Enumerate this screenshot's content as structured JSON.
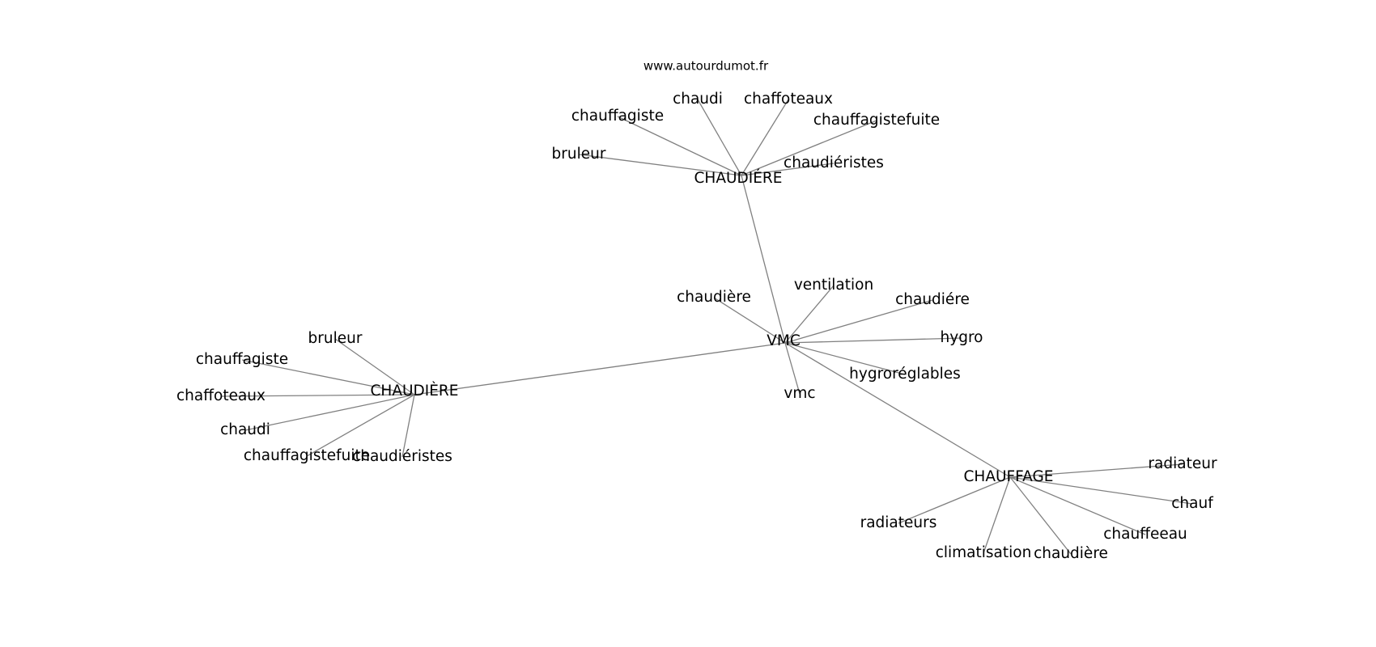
{
  "site": "www.autourdumot.fr",
  "nodes": [
    {
      "id": "vmc_center",
      "label": "VMC"
    },
    {
      "id": "chaudiere_top",
      "label": "CHAUDIÉRE"
    },
    {
      "id": "chaudiere_left",
      "label": "CHAUDIÈRE"
    },
    {
      "id": "chauffage",
      "label": "CHAUFFAGE"
    },
    {
      "id": "t_chaudi",
      "label": "chaudi"
    },
    {
      "id": "t_chaffoteaux",
      "label": "chaffoteaux"
    },
    {
      "id": "t_chauffagiste",
      "label": "chauffagiste"
    },
    {
      "id": "t_chauffagistefuite",
      "label": "chauffagistefuite"
    },
    {
      "id": "t_bruleur",
      "label": "bruleur"
    },
    {
      "id": "t_chaudieristes",
      "label": "chaudiéristes"
    },
    {
      "id": "v_chaudiere_grave",
      "label": "chaudière"
    },
    {
      "id": "v_ventilation",
      "label": "ventilation"
    },
    {
      "id": "v_chaudiere_acute",
      "label": "chaudiére"
    },
    {
      "id": "v_hygro",
      "label": "hygro"
    },
    {
      "id": "v_hygroreglables",
      "label": "hygroréglables"
    },
    {
      "id": "v_vmc",
      "label": "vmc"
    },
    {
      "id": "l_bruleur",
      "label": "bruleur"
    },
    {
      "id": "l_chauffagiste",
      "label": "chauffagiste"
    },
    {
      "id": "l_chaffoteaux",
      "label": "chaffoteaux"
    },
    {
      "id": "l_chaudi",
      "label": "chaudi"
    },
    {
      "id": "l_chauffagistefuite",
      "label": "chauffagistefuite"
    },
    {
      "id": "l_chaudieristes",
      "label": "chaudiéristes"
    },
    {
      "id": "c_radiateur",
      "label": "radiateur"
    },
    {
      "id": "c_chauf",
      "label": "chauf"
    },
    {
      "id": "c_chauffeeau",
      "label": "chauffeeau"
    },
    {
      "id": "c_chaudiere",
      "label": "chaudière"
    },
    {
      "id": "c_climatisation",
      "label": "climatisation"
    },
    {
      "id": "c_radiateurs",
      "label": "radiateurs"
    }
  ],
  "edges": [
    [
      "vmc_center",
      "chaudiere_top"
    ],
    [
      "vmc_center",
      "chaudiere_left"
    ],
    [
      "vmc_center",
      "chauffage"
    ],
    [
      "vmc_center",
      "v_chaudiere_grave"
    ],
    [
      "vmc_center",
      "v_ventilation"
    ],
    [
      "vmc_center",
      "v_chaudiere_acute"
    ],
    [
      "vmc_center",
      "v_hygro"
    ],
    [
      "vmc_center",
      "v_hygroreglables"
    ],
    [
      "vmc_center",
      "v_vmc"
    ],
    [
      "chaudiere_top",
      "t_chaudi"
    ],
    [
      "chaudiere_top",
      "t_chaffoteaux"
    ],
    [
      "chaudiere_top",
      "t_chauffagiste"
    ],
    [
      "chaudiere_top",
      "t_chauffagistefuite"
    ],
    [
      "chaudiere_top",
      "t_bruleur"
    ],
    [
      "chaudiere_top",
      "t_chaudieristes"
    ],
    [
      "chaudiere_left",
      "l_bruleur"
    ],
    [
      "chaudiere_left",
      "l_chauffagiste"
    ],
    [
      "chaudiere_left",
      "l_chaffoteaux"
    ],
    [
      "chaudiere_left",
      "l_chaudi"
    ],
    [
      "chaudiere_left",
      "l_chauffagistefuite"
    ],
    [
      "chaudiere_left",
      "l_chaudieristes"
    ],
    [
      "chauffage",
      "c_radiateur"
    ],
    [
      "chauffage",
      "c_chauf"
    ],
    [
      "chauffage",
      "c_chauffeeau"
    ],
    [
      "chauffage",
      "c_chaudiere"
    ],
    [
      "chauffage",
      "c_climatisation"
    ],
    [
      "chauffage",
      "c_radiateurs"
    ]
  ],
  "colors": {
    "edge": "#808080",
    "text": "#000000",
    "background": "#ffffff"
  }
}
